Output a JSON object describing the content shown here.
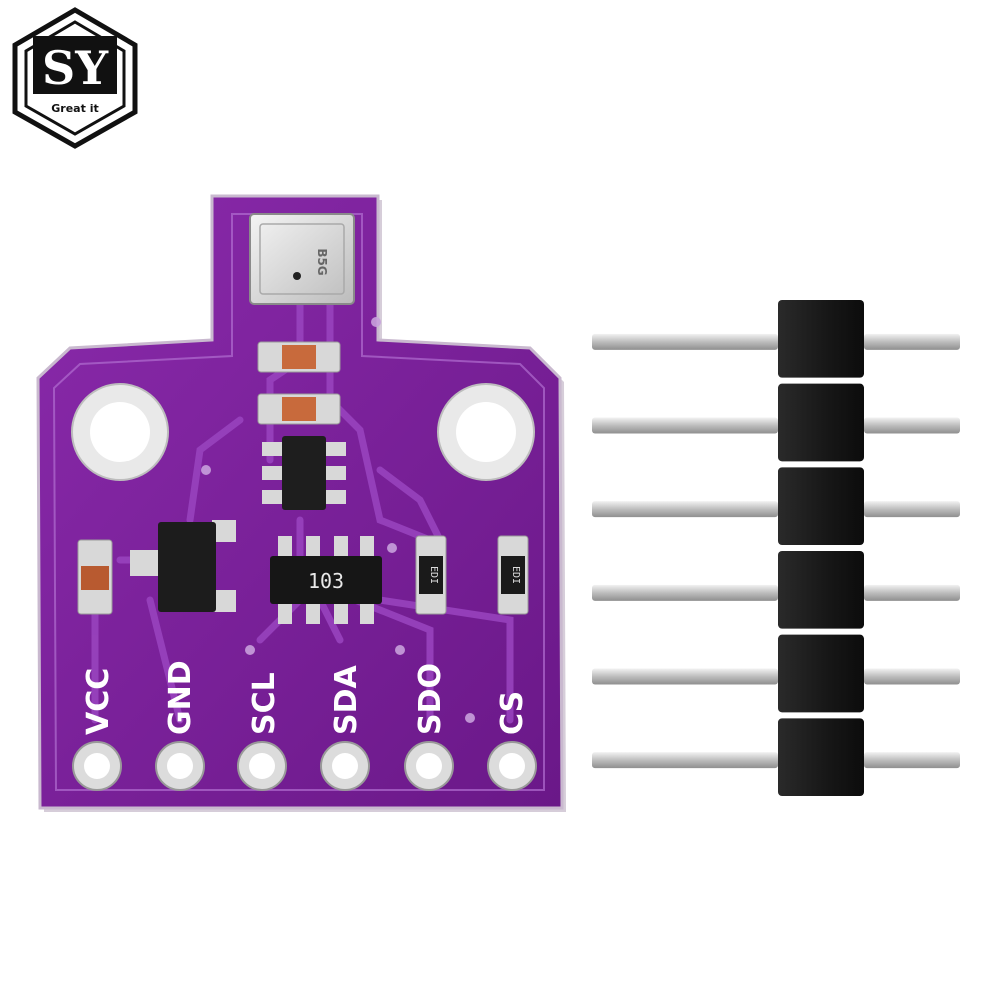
{
  "logo": {
    "letters": "SY",
    "tagline": "Great it"
  },
  "board": {
    "pin_labels": [
      "VCC",
      "GND",
      "SCL",
      "SDA",
      "SDO",
      "CS"
    ],
    "resistor_array_code": "103",
    "resistor_codes": [
      "EDI",
      "EDI"
    ],
    "sensor_marking": "B5G",
    "colors": {
      "pcb": "#7a1f99",
      "pcb_dark": "#5a1572",
      "silkscreen": "#ffffff",
      "pad": "#d9d9d9",
      "header_plastic": "#1c1c1c",
      "pin_metal": "#c9c9c9"
    }
  },
  "header": {
    "pin_count": 6
  }
}
